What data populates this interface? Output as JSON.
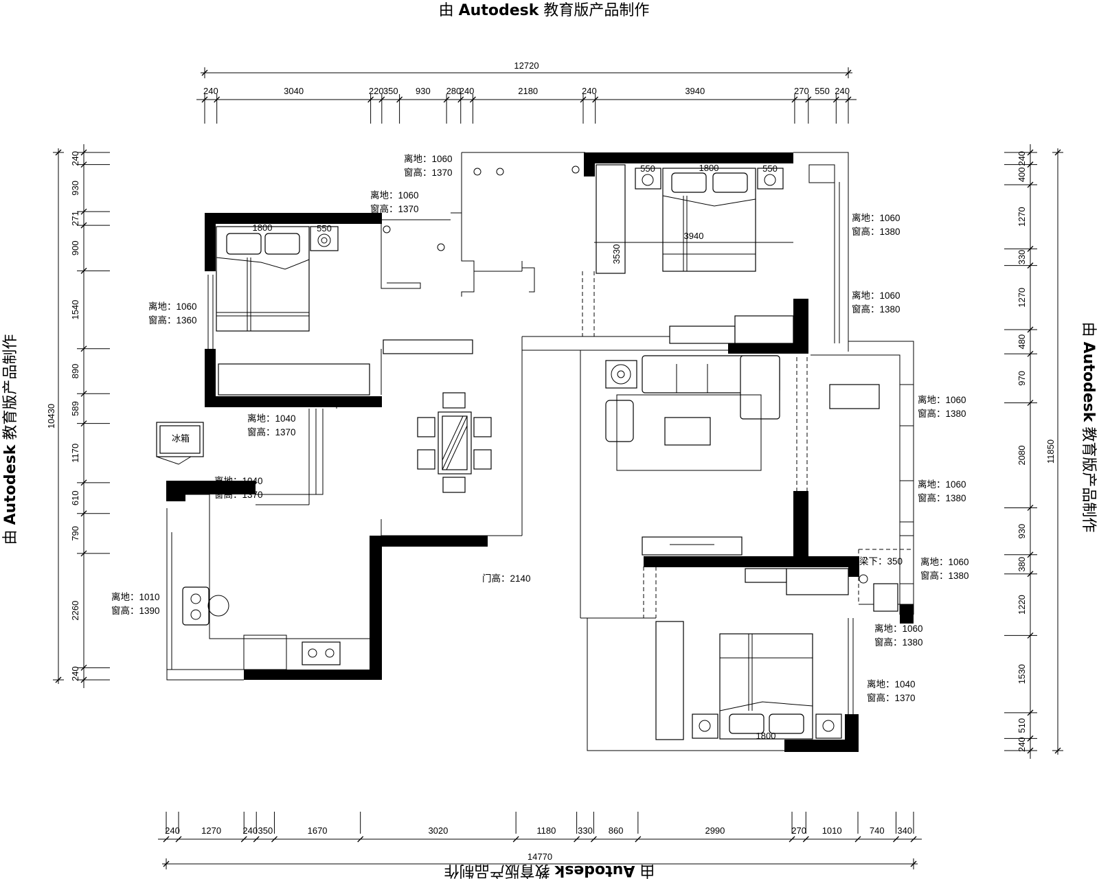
{
  "watermark": {
    "prefix": "由 ",
    "brand": "Autodesk",
    "suffix": " 教育版产品制作"
  },
  "dimensions": {
    "top_total": "12720",
    "top": [
      "240",
      "3040",
      "220",
      "350",
      "930",
      "280",
      "240",
      "2180",
      "240",
      "3940",
      "270",
      "550",
      "240"
    ],
    "bottom_total": "14770",
    "bottom": [
      "240",
      "1270",
      "240",
      "350",
      "1670",
      "3020",
      "1180",
      "330",
      "860",
      "2990",
      "270",
      "1010",
      "740",
      "340"
    ],
    "left_total": "10430",
    "left": [
      "240",
      "930",
      "271",
      "900",
      "1540",
      "890",
      "589",
      "1170",
      "610",
      "790",
      "2260",
      "240"
    ],
    "right_total": "11850",
    "right": [
      "240",
      "400",
      "1270",
      "330",
      "1270",
      "480",
      "970",
      "2080",
      "930",
      "380",
      "1220",
      "1530",
      "510",
      "240"
    ],
    "inner_3940": "3940",
    "inner_3530": "3530"
  },
  "window_notes": [
    {
      "sill": "离地：1060",
      "height": "窗高：1370"
    },
    {
      "sill": "离地：1060",
      "height": "窗高：1370"
    },
    {
      "sill": "离地：1060",
      "height": "窗高：1360"
    },
    {
      "sill": "离地：1040",
      "height": "窗高：1370"
    },
    {
      "sill": "离地：1040",
      "height": "窗高：1370"
    },
    {
      "sill": "离地：1010",
      "height": "窗高：1390"
    },
    {
      "sill": "离地：1060",
      "height": "窗高：1380"
    },
    {
      "sill": "离地：1060",
      "height": "窗高：1380"
    },
    {
      "sill": "离地：1060",
      "height": "窗高：1380"
    },
    {
      "sill": "离地：1060",
      "height": "窗高：1380"
    },
    {
      "sill": "离地：1060",
      "height": "窗高：1380"
    },
    {
      "sill": "离地：1060",
      "height": "窗高：1380"
    },
    {
      "sill": "离地：1040",
      "height": "窗高：1370"
    }
  ],
  "door_note": "门高：2140",
  "beam_note": "梁下：350",
  "fridge_label": "冰箱",
  "furniture_labels": {
    "bed_width": "1800",
    "nightstand": "550"
  }
}
